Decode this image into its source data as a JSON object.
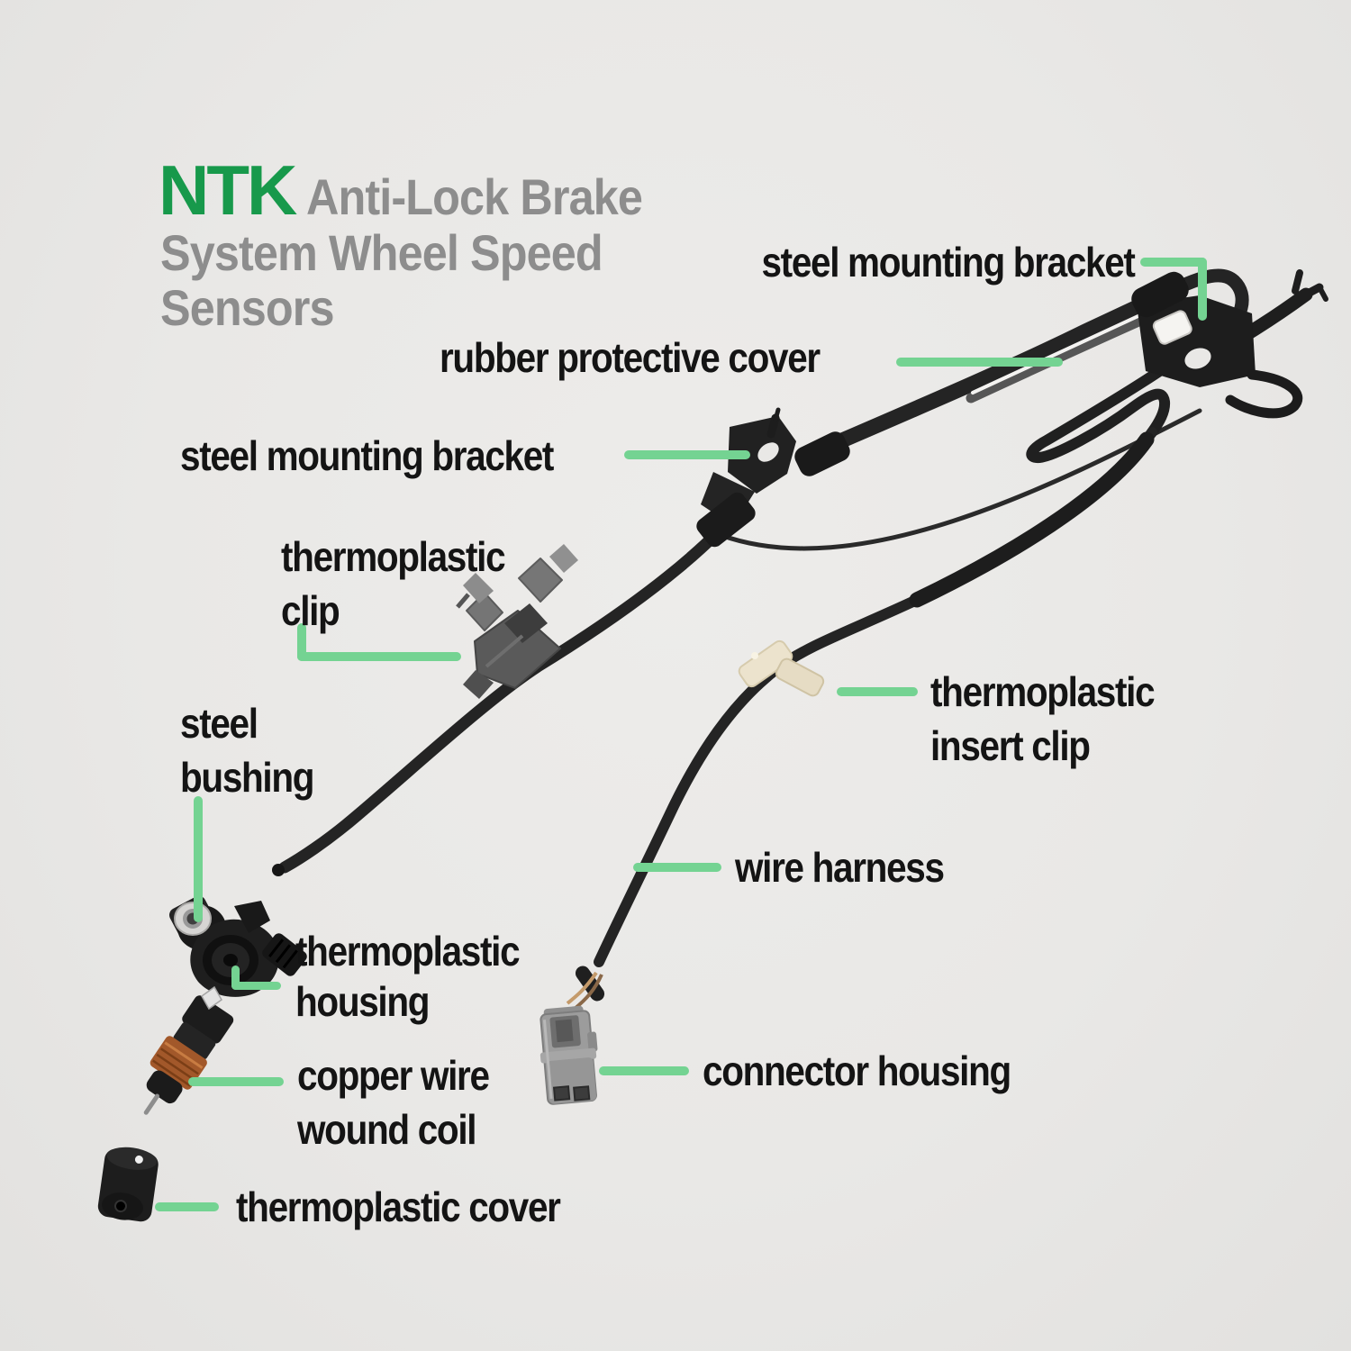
{
  "brand": {
    "logo": "NTK",
    "title_line1": "Anti-Lock Brake",
    "title_line2": "System Wheel Speed",
    "title_line3": "Sensors"
  },
  "colors": {
    "background": "#e9e8e6",
    "leader_green": "#74d392",
    "logo_green": "#17994b",
    "title_gray": "#8d8d8d",
    "label_black": "#141414",
    "cable_black": "#242424",
    "copper": "#a2582a",
    "connector_gray": "#9b9b9b",
    "insert_clip_cream": "#ece3cd",
    "bushing_silver": "#d6d5d3"
  },
  "labels": {
    "steel_mounting_bracket_top": "steel mounting bracket",
    "rubber_protective_cover": "rubber protective cover",
    "steel_mounting_bracket_mid": "steel mounting bracket",
    "thermoplastic_clip_l1": "thermoplastic",
    "thermoplastic_clip_l2": "clip",
    "steel_bushing_l1": "steel",
    "steel_bushing_l2": "bushing",
    "thermoplastic_insert_clip_l1": "thermoplastic",
    "thermoplastic_insert_clip_l2": "insert clip",
    "wire_harness": "wire harness",
    "thermoplastic_housing_l1": "thermoplastic",
    "thermoplastic_housing_l2": "housing",
    "copper_wire_wound_coil_l1": "copper wire",
    "copper_wire_wound_coil_l2": "wound coil",
    "connector_housing": "connector housing",
    "thermoplastic_cover": "thermoplastic cover"
  }
}
